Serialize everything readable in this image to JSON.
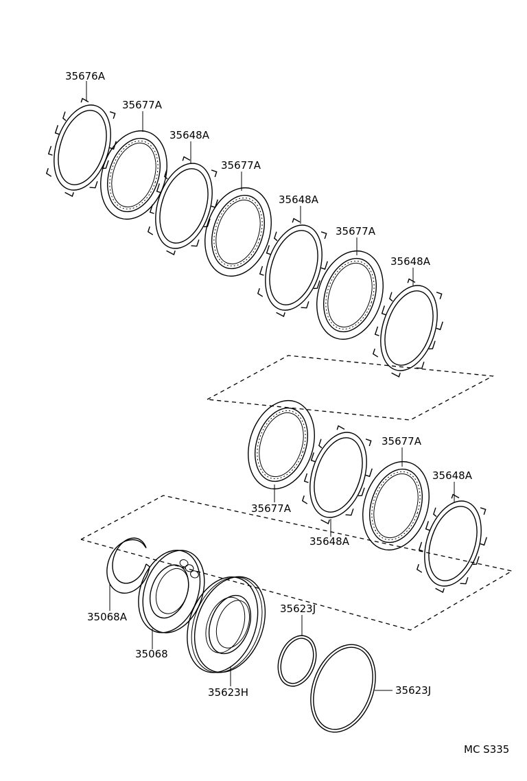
{
  "diagram": {
    "code": "MC  S335",
    "parts": {
      "p1": "35676A",
      "p2": "35677A",
      "p3": "35648A",
      "p4": "35677A",
      "p5": "35648A",
      "p6": "35677A",
      "p7": "35648A",
      "p8": "35677A",
      "p9": "35648A",
      "p10": "35677A",
      "p11": "35648A",
      "p12": "35068A",
      "p13": "35068",
      "p14": "35623H",
      "p15": "35623J",
      "p16": "35623J"
    }
  }
}
